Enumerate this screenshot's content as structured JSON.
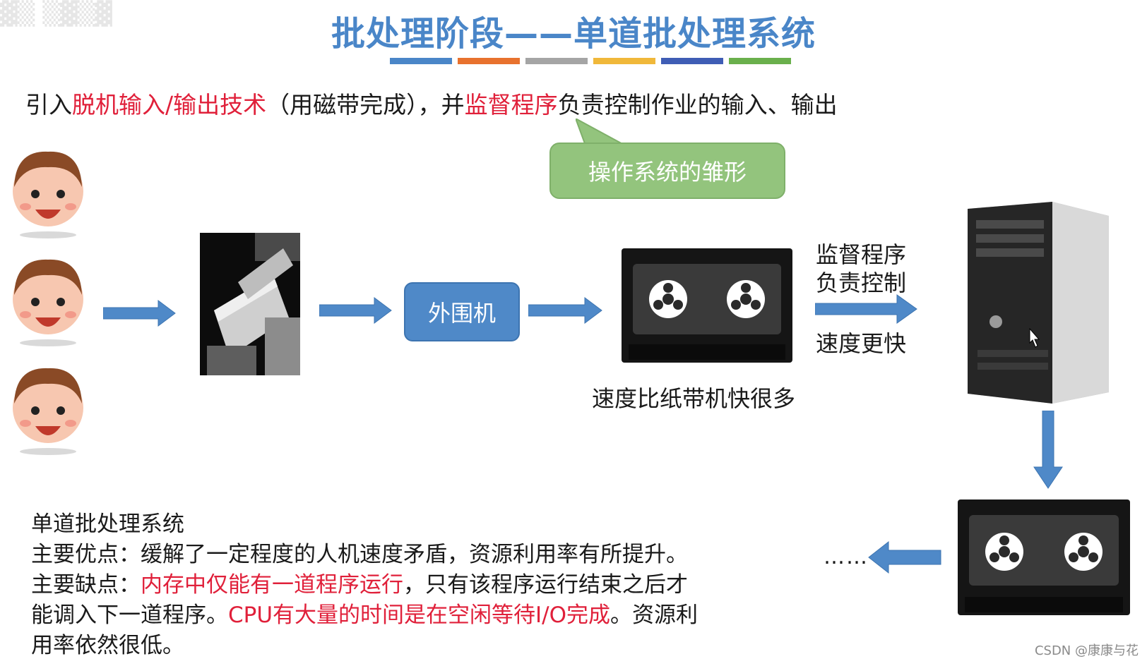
{
  "title": "批处理阶段——单道批处理系统",
  "title_stripe_colors": [
    "#4a86c8",
    "#e8722e",
    "#a5a5a5",
    "#f0b83a",
    "#3f5db5",
    "#6ab04c"
  ],
  "intro": {
    "p1": "引入",
    "r1": "脱机输入/输出技术",
    "p2": "（用磁带完成），并",
    "r2": "监督程序",
    "p3": "负责控制作业的输入、输出"
  },
  "callout": "操作系统的雏形",
  "nodes": {
    "users_icon": "user-face-icon",
    "card_reader_icon": "card-reader-icon",
    "peripheral": "外围机",
    "tape_icon": "tape-drive-icon",
    "computer_icon": "computer-tower-icon"
  },
  "labels": {
    "tape_speed": "速度比纸带机快很多",
    "monitor_line1": "监督程序",
    "monitor_line2": "负责控制",
    "faster": "速度更快",
    "ellipsis": "……"
  },
  "summary": {
    "heading": "单道批处理系统",
    "pros": "主要优点：缓解了一定程度的人机速度矛盾，资源利用率有所提升。",
    "cons_label": "主要缺点：",
    "cons_r1": "内存中仅能有一道程序运行",
    "cons_p1": "，只有该程序运行结束之后才",
    "cons_p2": "能调入下一道程序。",
    "cons_r2": "CPU有大量的时间是在空闲等待I/O完成",
    "cons_p3": "。资源利",
    "cons_p4": "用率依然很低。"
  },
  "watermark": "CSDN @康康与花",
  "colors": {
    "accent": "#4a86c8",
    "arrow": "#4f89c8",
    "callout": "#93c47d",
    "highlight": "#e0203a"
  }
}
